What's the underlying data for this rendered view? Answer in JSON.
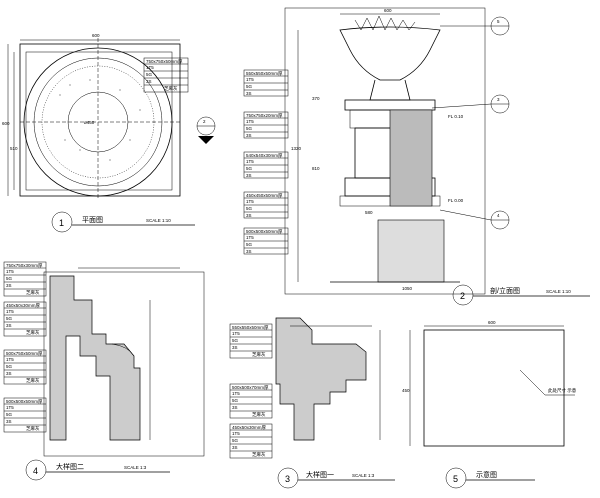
{
  "drawings": {
    "plan": {
      "number": "1",
      "title": "平面图",
      "scale": "SCALE 1:10",
      "section_ref": "2"
    },
    "elevation": {
      "number": "2",
      "title": "剖/立面图",
      "scale": "SCALE 1:10",
      "callouts": [
        "5",
        "3",
        "4"
      ]
    },
    "detail_1": {
      "number": "3",
      "title": "大样图一",
      "scale": "SCALE 1:3"
    },
    "detail_2": {
      "number": "4",
      "title": "大样图二",
      "scale": "SCALE 1:3"
    },
    "diagram": {
      "number": "5",
      "title": "示意图"
    }
  },
  "material_tables": {
    "plan_table": [
      "750x750x50mm厚",
      "1T5",
      "5G",
      "3S",
      "芝麻灰"
    ],
    "elev_table_1": [
      "550x550x50mm厚",
      "1T5",
      "5G",
      "3S"
    ],
    "elev_table_2": [
      "750x750x20mm厚",
      "1T5",
      "5G",
      "3S"
    ],
    "elev_table_3": [
      "540x540x30mm厚",
      "1T5",
      "5G",
      "3S"
    ],
    "elev_table_4": [
      "450x450x50mm厚",
      "1T5",
      "5G",
      "3S"
    ],
    "elev_table_5": [
      "500x500x50mm厚",
      "1T5",
      "5G",
      "3S"
    ],
    "detail4_table_1": [
      "750x750x30mm厚",
      "1T5",
      "5G",
      "3S",
      "芝麻灰"
    ],
    "detail4_table_2": [
      "450x50x30mm厚",
      "1T5",
      "5G",
      "3S",
      "芝麻灰"
    ],
    "detail4_table_3": [
      "500x750x50mm厚",
      "1T5",
      "5G",
      "3S",
      "芝麻灰"
    ],
    "detail4_table_4": [
      "500x500x50mm厚",
      "1T5",
      "5G",
      "3S",
      "芝麻灰"
    ],
    "detail3_table_1": [
      "550x550x50mm厚",
      "1T5",
      "5G",
      "3S",
      "芝麻灰"
    ],
    "detail3_table_2": [
      "500x500x70mm厚",
      "1T5",
      "5G",
      "3S",
      "芝麻灰"
    ],
    "detail3_table_3": [
      "450x50x30mm厚",
      "1T5",
      "5G",
      "3S",
      "芝麻灰"
    ]
  },
  "dimensions": {
    "plan_top": "600",
    "plan_left": "600",
    "plan_inner": "510",
    "plan_center": "ø450",
    "elev_top": "600",
    "elev_height": "1320",
    "elev_a": "370",
    "elev_b": "810",
    "elev_base": "580",
    "elev_bottom": "1050",
    "diagram_top": "600",
    "diagram_left": "450"
  },
  "labels": {
    "level_top": "FL 0.10",
    "level_bottom": "FL 0.00",
    "diagram_text": "此处尺寸 示意"
  }
}
